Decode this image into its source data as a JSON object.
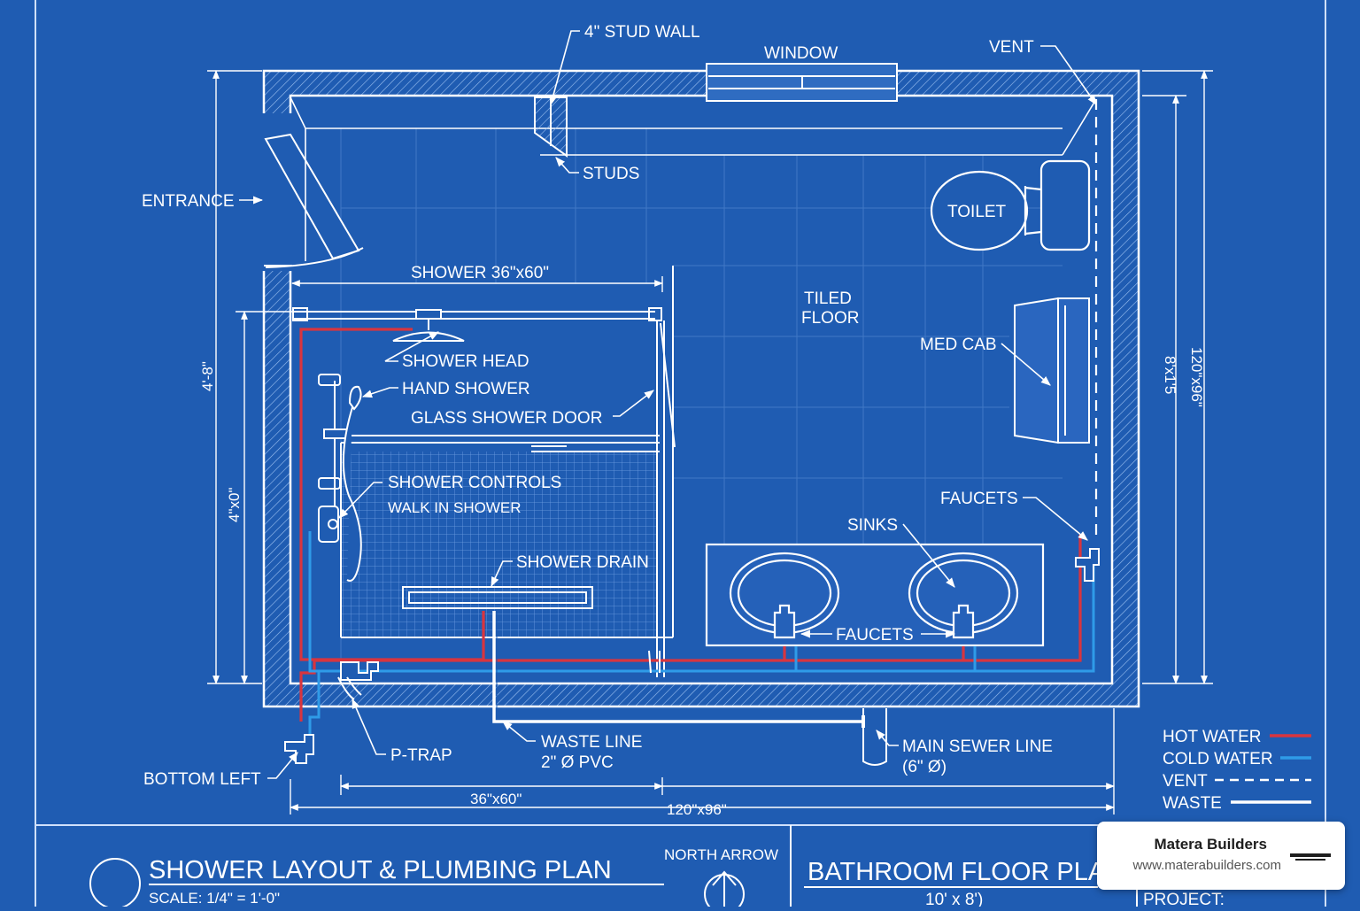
{
  "labels": {
    "stud_wall": "4\" STUD WALL",
    "window": "WINDOW",
    "vent": "VENT",
    "studs": "STUDS",
    "entrance": "ENTRANCE",
    "toilet": "TOILET",
    "shower_size": "SHOWER 36\"x60\"",
    "tiled_floor_1": "TILED",
    "tiled_floor_2": "FLOOR",
    "med_cab": "MED CAB",
    "shower_head": "SHOWER HEAD",
    "hand_shower": "HAND SHOWER",
    "glass_door": "GLASS SHOWER DOOR",
    "shower_controls": "SHOWER CONTROLS",
    "walk_in": "WALK IN SHOWER",
    "faucets_right": "FAUCETS",
    "sinks": "SINKS",
    "shower_drain": "SHOWER DRAIN",
    "faucets_bottom": "FAUCETS",
    "waste_line_1": "WASTE LINE",
    "waste_line_2": "2\" Ø PVC",
    "main_sewer_1": "MAIN SEWER LINE",
    "main_sewer_2": "(6\" Ø)",
    "p_trap": "P-TRAP",
    "bottom_left": "BOTTOM LEFT"
  },
  "dimensions": {
    "left_upper": "4'-8\"",
    "left_lower": "4\"x0\"",
    "right_inner": "8'x1'5",
    "right_outer": "120\"x96\"",
    "bottom_shower": "36\"x60\"",
    "bottom_total": "120\"x96\""
  },
  "legend": {
    "items": [
      {
        "label": "HOT WATER",
        "color": "#d8353f",
        "style": "solid"
      },
      {
        "label": "COLD WATER",
        "color": "#2f9be8",
        "style": "solid"
      },
      {
        "label": "VENT",
        "color": "#ffffff",
        "style": "dashed"
      },
      {
        "label": "WASTE",
        "color": "#ffffff",
        "style": "solid"
      }
    ]
  },
  "title_block": {
    "main_title": "SHOWER LAYOUT & PLUMBING PLAN",
    "scale": "SCALE: 1/4\" = 1'-0\"",
    "north_arrow": "NORTH ARROW",
    "second_title": "BATHROOM FLOOR PLA",
    "second_size": "10' x 8')",
    "project": "PROJECT:"
  },
  "brand": {
    "name": "Matera Builders",
    "url": "www.materabuilders.com",
    "logo_icon": "matera-logo-icon"
  },
  "colors": {
    "background": "#1f5cb2",
    "line": "#ffffff",
    "hot_water": "#d8353f",
    "cold_water": "#2f9be8"
  }
}
